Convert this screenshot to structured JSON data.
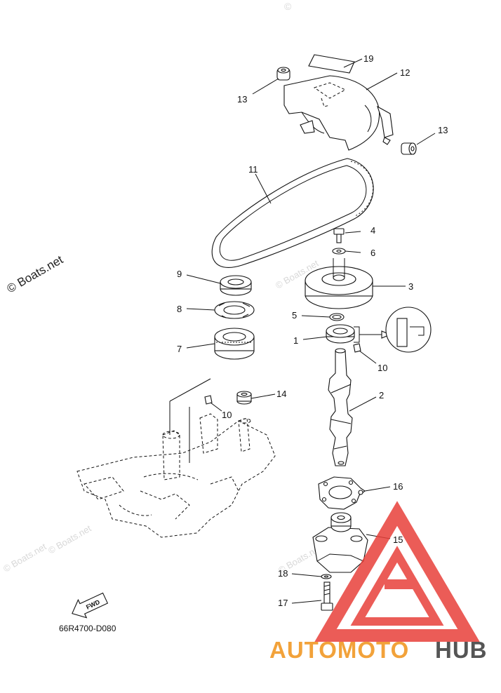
{
  "watermarks": {
    "main": "© Boats.net",
    "small_1": "© Boats.net",
    "small_2": "© Boats.net",
    "small_3": "© Boats.net",
    "small_4": "© Boats.net"
  },
  "callouts": {
    "c1": "1",
    "c2": "2",
    "c3": "3",
    "c4": "4",
    "c5": "5",
    "c6": "6",
    "c7": "7",
    "c8": "8",
    "c9": "9",
    "c10a": "10",
    "c10b": "10",
    "c11": "11",
    "c12": "12",
    "c13a": "13",
    "c13b": "13",
    "c14": "14",
    "c15": "15",
    "c16": "16",
    "c17": "17",
    "c18": "18",
    "c19": "19"
  },
  "fwd_label": "FWD",
  "diagram_code": "66R4700-D080",
  "brand": {
    "part_a": "AUTOMOTO",
    "part_b": "HUB"
  },
  "colors": {
    "brand_orange": "#f2a23a",
    "brand_gray": "#555555",
    "logo_red": "#e8403a"
  }
}
